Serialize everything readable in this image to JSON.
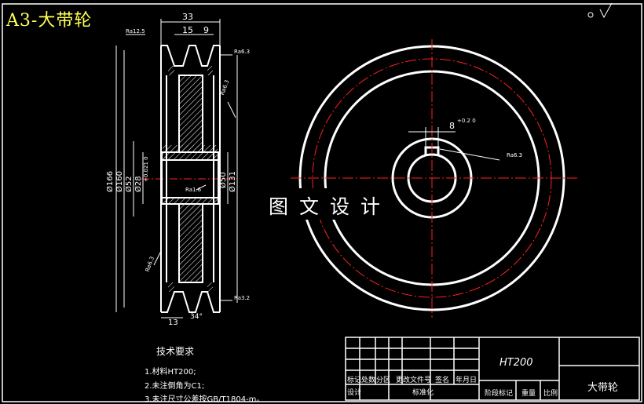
{
  "sheet": {
    "title": "A3-大带轮",
    "watermark": "图文设计"
  },
  "section_view": {
    "dimensions": {
      "overall_width": "33",
      "groove_pitch": "15",
      "groove_top": "9",
      "dia_166": "Ø166",
      "dia_160": "Ø160",
      "dia_52": "Ø52",
      "dia_28_bore": "Ø28",
      "dia_28_tol": "+0.021 0",
      "dia_50": "Ø50",
      "dia_131": "Ø131",
      "bottom_13": "13",
      "groove_angle": "34°"
    },
    "roughness": {
      "ra_top": "Ra12.5",
      "ra_rim": "Ra6.3",
      "ra_groove": "Ra6.3",
      "ra_bore": "Ra1.6",
      "ra_web": "Ra6.3",
      "ra_bottom": "Ra3.2"
    }
  },
  "front_view": {
    "keyway_width": "8",
    "keyway_tol": "+0.2 0",
    "ra_keyway": "Ra6.3"
  },
  "tech_requirements": {
    "title": "技术要求",
    "items": [
      "1.材料HT200;",
      "2.未注倒角为C1;",
      "3.未注尺寸公差按GB/T1804-m。"
    ]
  },
  "title_block": {
    "material": "HT200",
    "part_name": "大带轮",
    "labels": {
      "mark": "标记",
      "count": "处数",
      "zone": "分区",
      "change_doc": "更改文件号",
      "sign": "签名",
      "date": "年月日",
      "design": "设计",
      "standardize": "标准化",
      "stage_mark": "阶段标记",
      "weight": "重量",
      "scale": "比例"
    }
  },
  "colors": {
    "background": "#000000",
    "lines": "#ffffff",
    "centerline": "#ff2020",
    "title": "#ffff55"
  }
}
